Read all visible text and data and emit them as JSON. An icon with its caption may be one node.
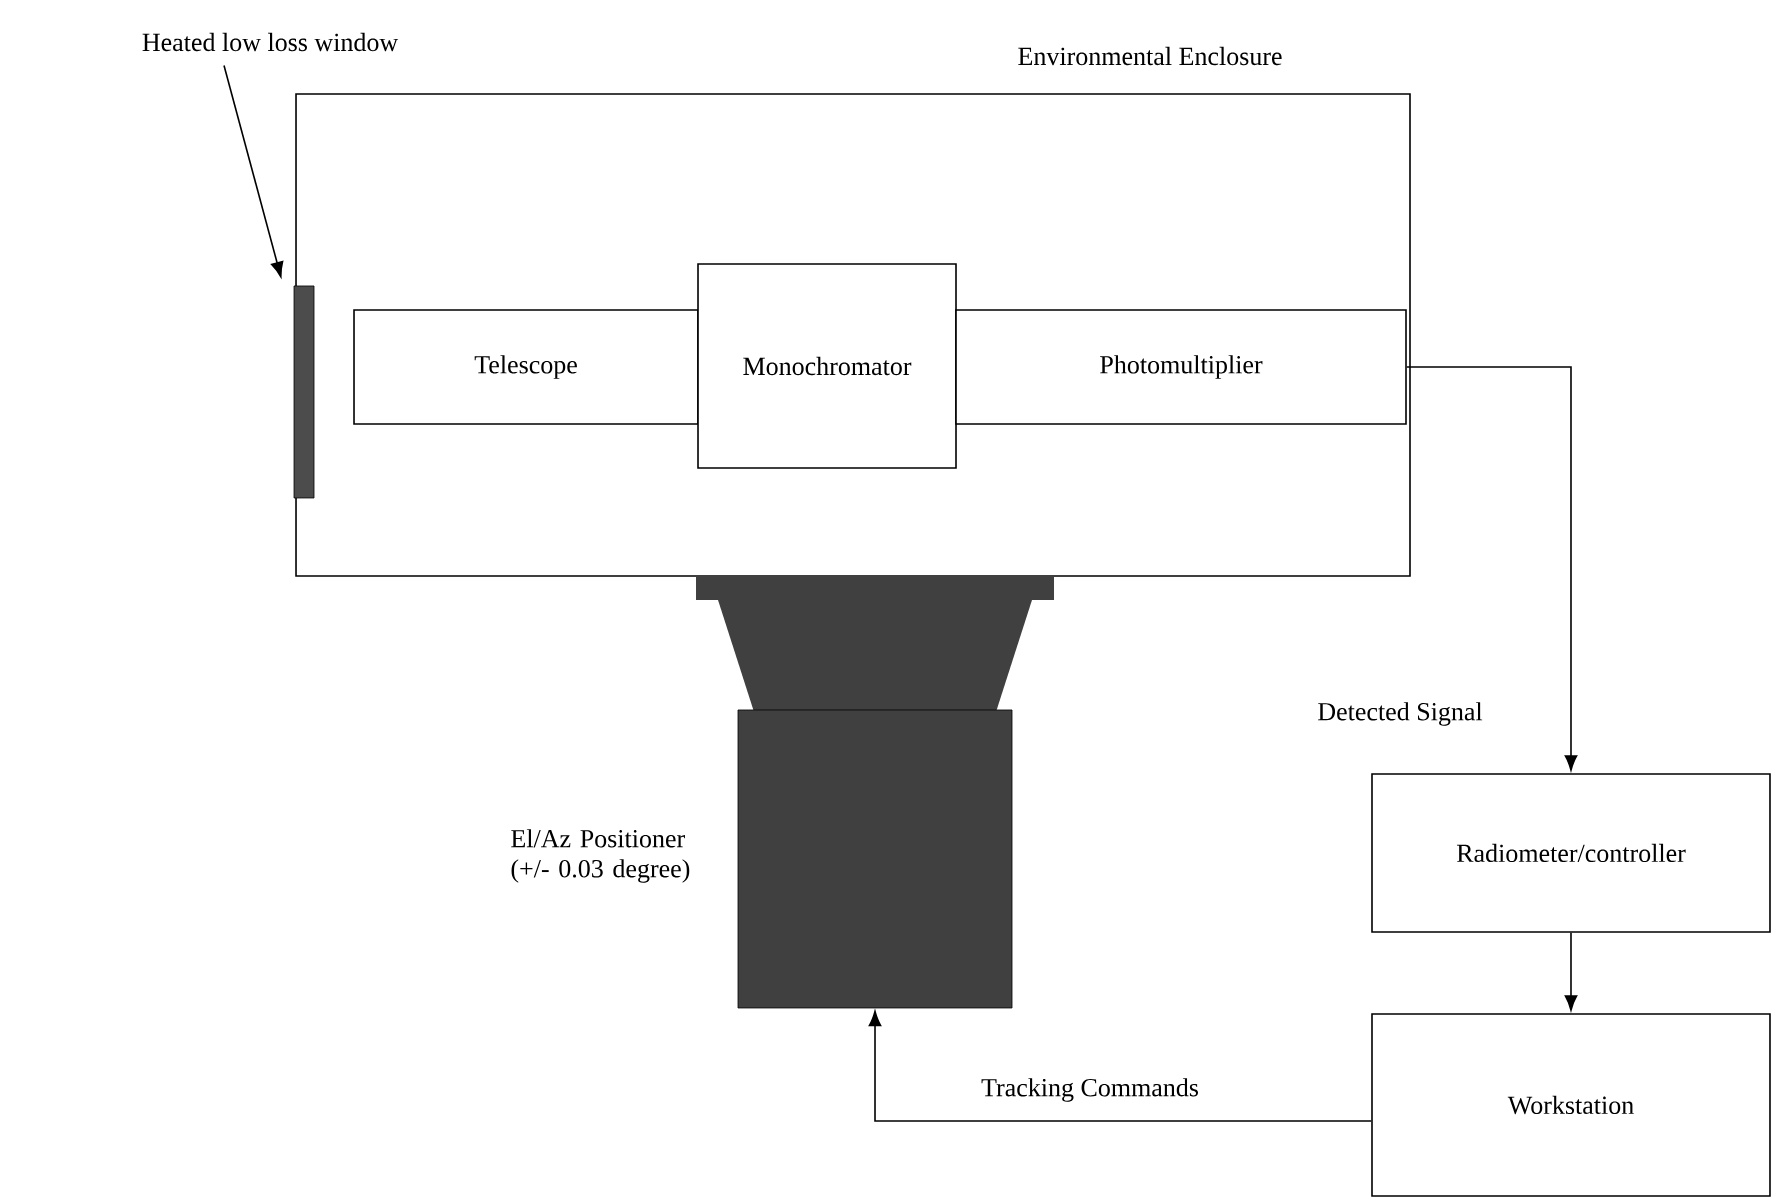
{
  "diagram": {
    "nodes": [
      {
        "text": [
          "Environmental Enclosure"
        ]
      },
      {
        "text": [],
        "shape": "bar",
        "in": 0
      },
      {
        "text": [
          "Telescope"
        ],
        "in": 0
      },
      {
        "text": [
          "Monochromator"
        ],
        "in": 0
      },
      {
        "text": [
          "Photomultiplier"
        ],
        "in": 0
      },
      {
        "text": [],
        "shape": "box",
        "beside": [
          "El/Az Positioner (+/- 0.03 degree)"
        ]
      },
      {
        "text": [
          "Radiometer/controller"
        ]
      },
      {
        "text": [
          "Workstation"
        ]
      },
      {
        "text": [
          "Heated low loss window"
        ]
      }
    ],
    "edges": [
      {
        "from": 4,
        "to": 6,
        "arrow": "to",
        "label": "Detected Signal"
      },
      {
        "from": 6,
        "to": 7,
        "arrow": "to"
      },
      {
        "from": 7,
        "to": 5,
        "arrow": "to",
        "label": "Tracking Commands"
      },
      {
        "from": 8,
        "to": 1,
        "arrow": "to"
      }
    ]
  }
}
